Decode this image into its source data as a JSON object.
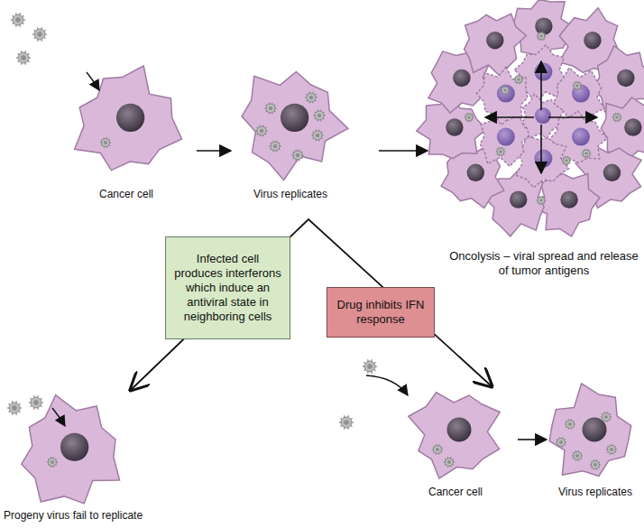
{
  "diagram": {
    "nodes": [
      {
        "text": [
          "Infected cell produces interferons which induce an antiviral state in neighboring cells"
        ]
      },
      {
        "text": [
          "Drug inhibits IFN response"
        ]
      }
    ],
    "labels": [
      "Cancer cell",
      "Virus replicates",
      "Oncolysis – viral spread and release of tumor antigens",
      "Progeny virus fail to replicate",
      "Cancer cell",
      "Virus replicates"
    ]
  }
}
